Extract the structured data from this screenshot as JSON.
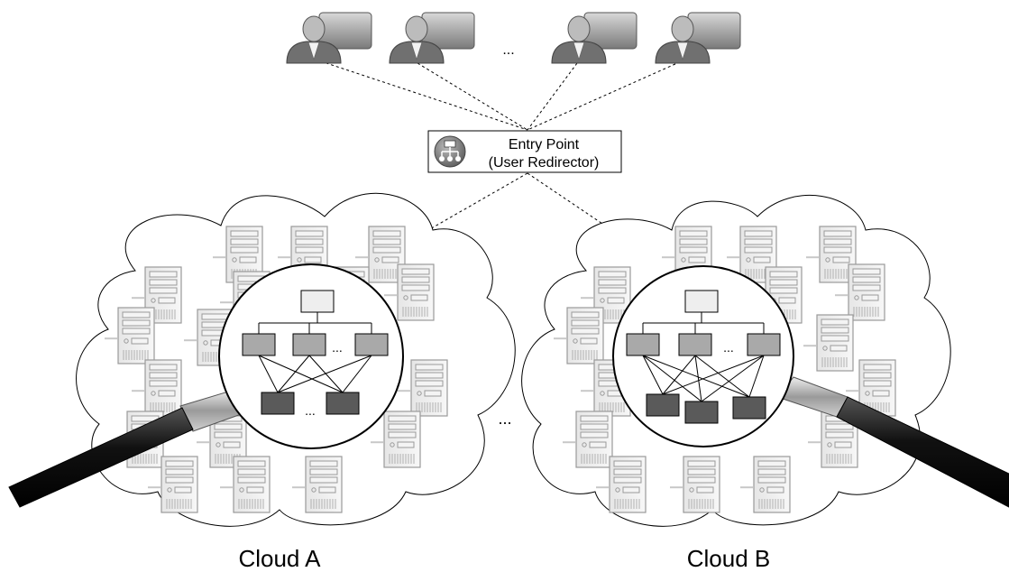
{
  "users": {
    "ellipsis": "...",
    "items": [
      {
        "icon": "user-terminal-icon"
      },
      {
        "icon": "user-terminal-icon"
      },
      {
        "icon": "user-terminal-icon"
      },
      {
        "icon": "user-terminal-icon"
      }
    ]
  },
  "entry_point": {
    "line1": "Entry Point",
    "line2": "(User Redirector)",
    "icon": "network-hierarchy-icon"
  },
  "between_clouds_ellipsis": "...",
  "clouds": [
    {
      "label": "Cloud A",
      "mid_ellipsis": "...",
      "bottom_ellipsis": "..."
    },
    {
      "label": "Cloud B",
      "mid_ellipsis": "...",
      "bottom_ellipsis": ""
    }
  ],
  "colors": {
    "top_node": "#eeeeee",
    "mid_node": "#a9a9a9",
    "bottom_node": "#5a5a5a",
    "user": "#707070",
    "line": "#000000"
  }
}
